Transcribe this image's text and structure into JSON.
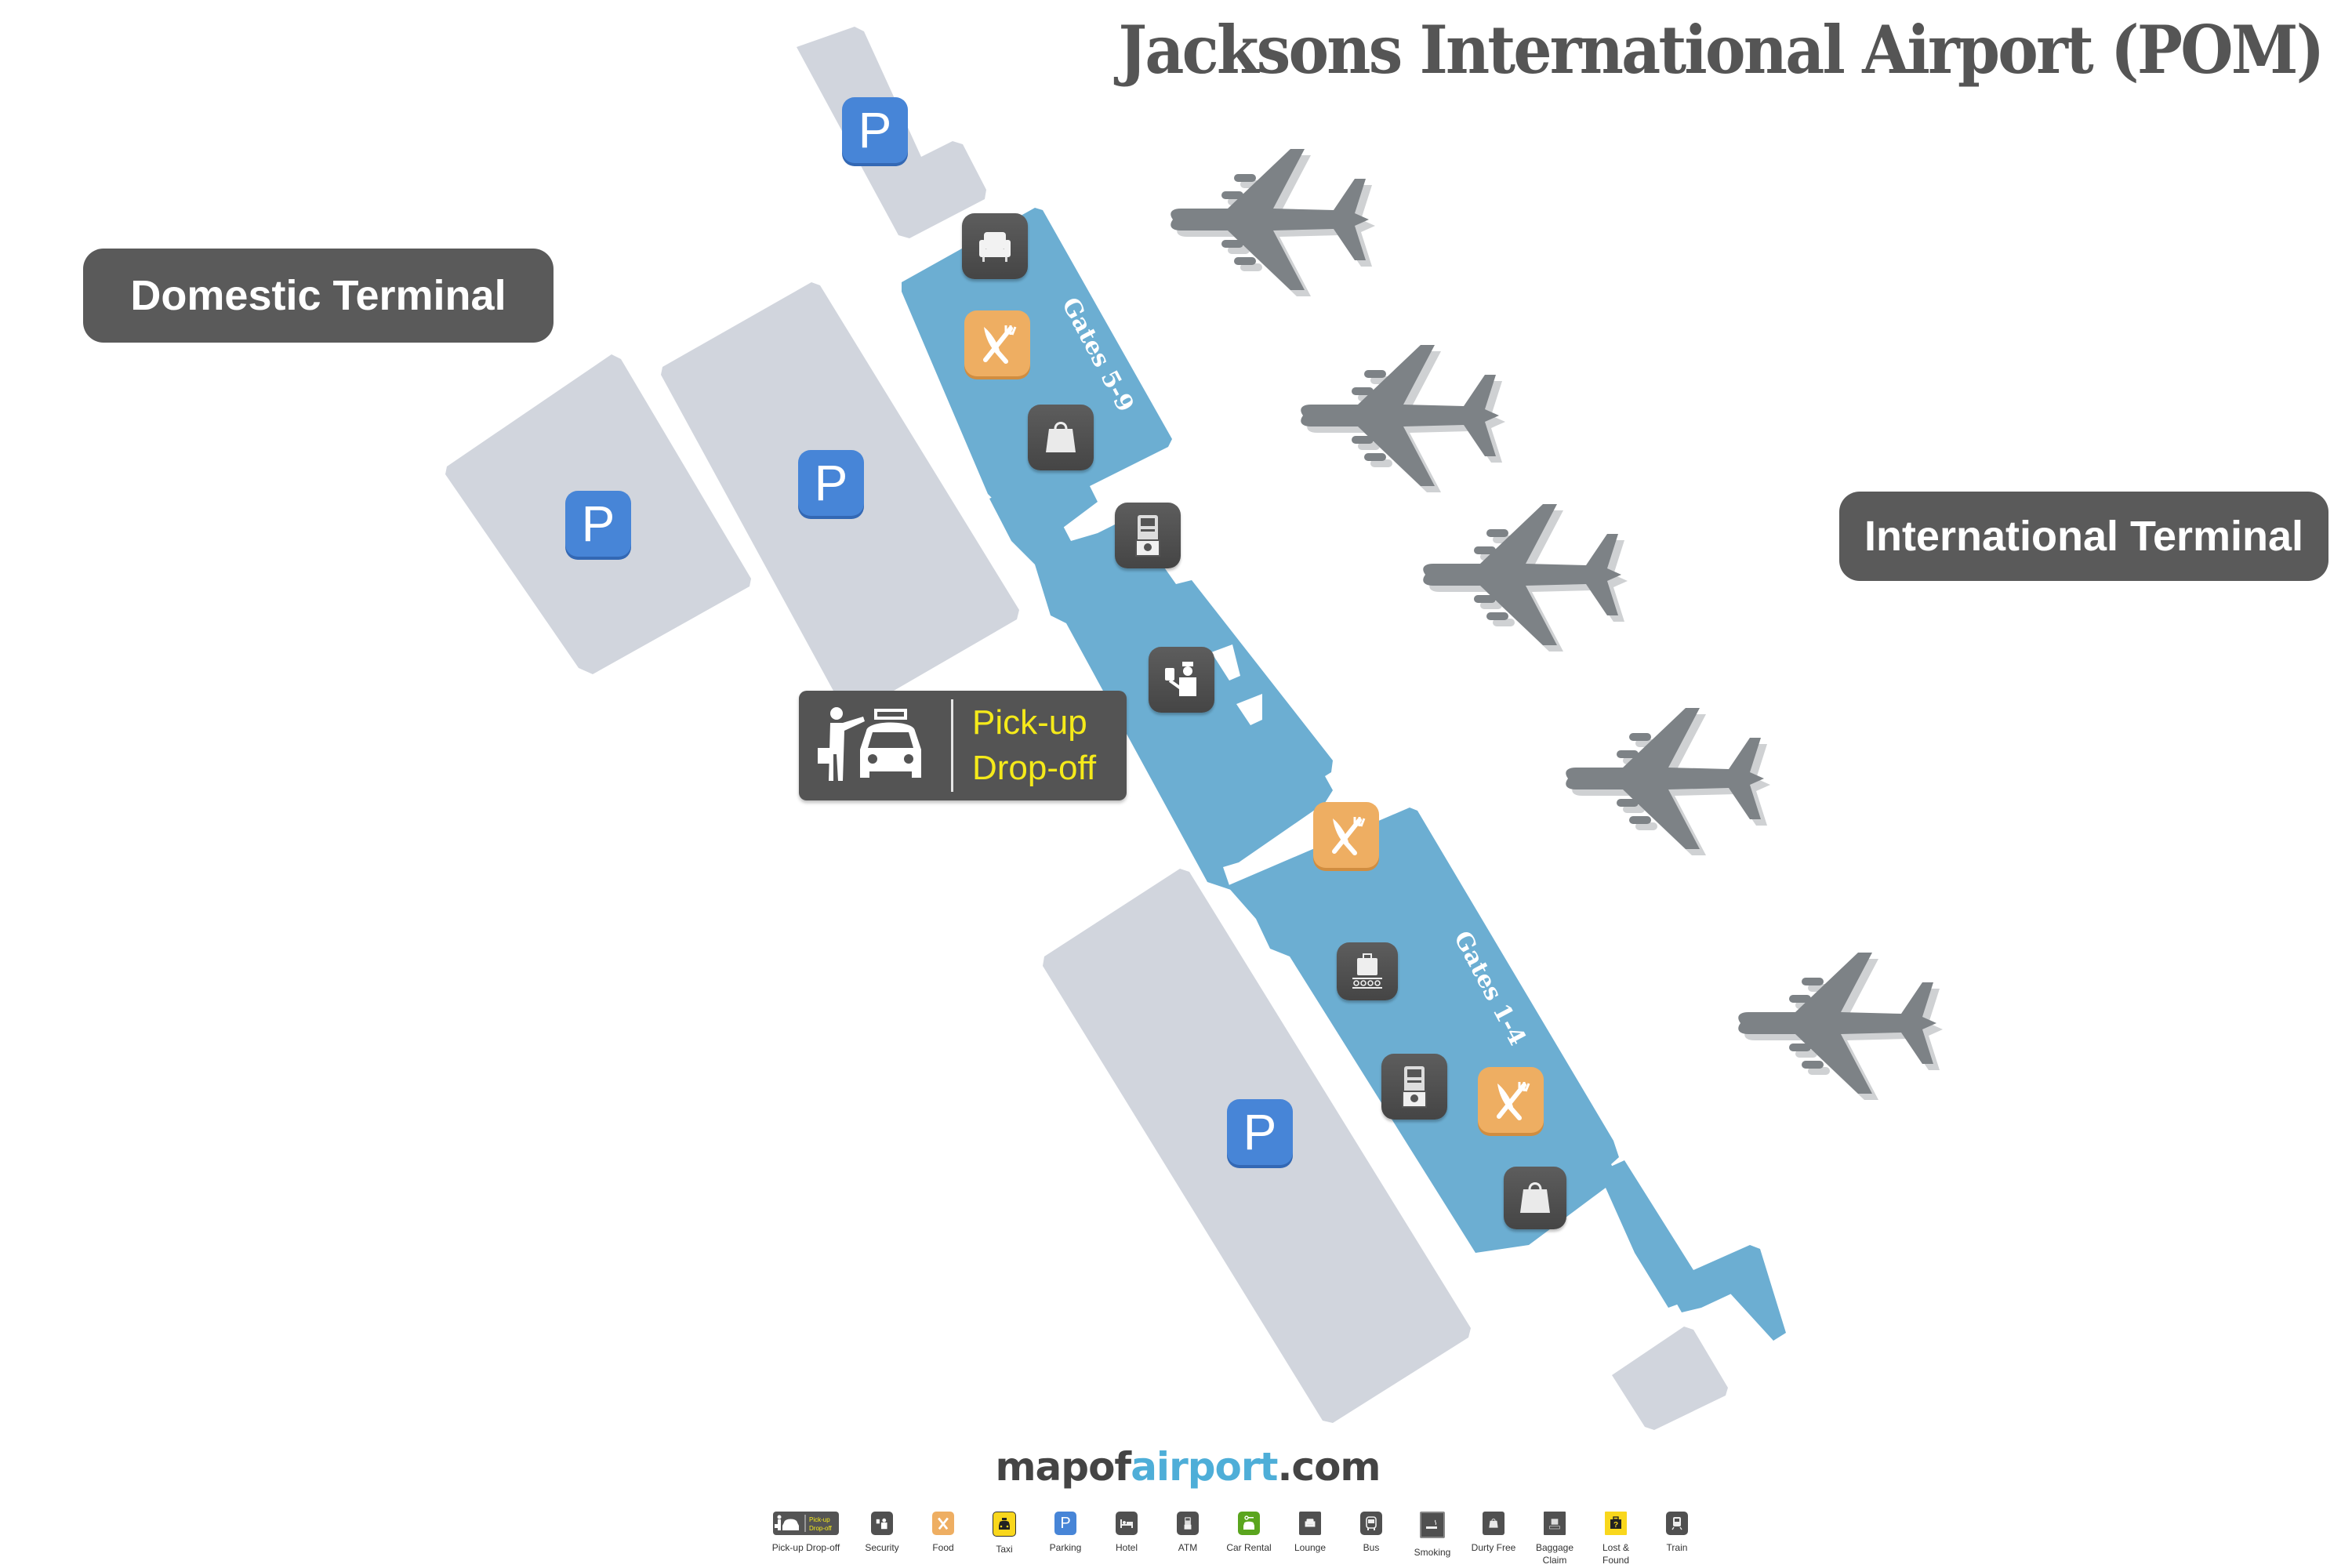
{
  "title": "Jacksons International Airport (POM)",
  "terminals": {
    "domestic": "Domestic Terminal",
    "international": "International Terminal"
  },
  "gates": {
    "north": "Gates 5-9",
    "south": "Gates 1-4"
  },
  "pickup": {
    "line1": "Pick-up",
    "line2": "Drop-off"
  },
  "brand": {
    "prefix": "mapof",
    "accent": "airport",
    "suffix": ".com"
  },
  "parking_symbol": "P",
  "colors": {
    "terminal": "#6caed2",
    "parking_lot": "#d1d5dd",
    "parking_icon": "#4785d7",
    "food_icon": "#eeae62",
    "dark_icon": "#505050",
    "label_bg": "#5a5a5a",
    "pickup_text": "#f5ea1a",
    "plane": "#7d8286",
    "plane_shadow": "#cfd1d3",
    "brand_accent": "#4eaed8",
    "title": "#555555"
  },
  "map_icons": [
    {
      "type": "parking",
      "icon": "parking-icon"
    },
    {
      "type": "parking",
      "icon": "parking-icon"
    },
    {
      "type": "parking",
      "icon": "parking-icon"
    },
    {
      "type": "parking",
      "icon": "parking-icon"
    },
    {
      "type": "lounge",
      "icon": "lounge-icon"
    },
    {
      "type": "food",
      "icon": "food-icon"
    },
    {
      "type": "duty-free",
      "icon": "shopping-bag-icon"
    },
    {
      "type": "atm",
      "icon": "atm-icon"
    },
    {
      "type": "security",
      "icon": "security-icon"
    },
    {
      "type": "food",
      "icon": "food-icon"
    },
    {
      "type": "baggage-claim",
      "icon": "baggage-claim-icon"
    },
    {
      "type": "atm",
      "icon": "atm-icon"
    },
    {
      "type": "food",
      "icon": "food-icon"
    },
    {
      "type": "duty-free",
      "icon": "shopping-bag-icon"
    }
  ],
  "legend": [
    {
      "label": "Pick-up Drop-off",
      "icon": "pickup-dropoff-icon",
      "mini": [
        "Pick-up",
        "Drop-off"
      ]
    },
    {
      "label": "Security",
      "icon": "security-icon"
    },
    {
      "label": "Food",
      "icon": "food-icon"
    },
    {
      "label": "Taxi",
      "icon": "taxi-icon"
    },
    {
      "label": "Parking",
      "icon": "parking-icon"
    },
    {
      "label": "Hotel",
      "icon": "hotel-icon"
    },
    {
      "label": "ATM",
      "icon": "atm-icon"
    },
    {
      "label": "Car Rental",
      "icon": "car-rental-icon"
    },
    {
      "label": "Lounge",
      "icon": "lounge-icon"
    },
    {
      "label": "Bus",
      "icon": "bus-icon"
    },
    {
      "label": "Smoking",
      "icon": "smoking-icon"
    },
    {
      "label": "Durty Free",
      "icon": "duty-free-icon"
    },
    {
      "label": "Baggage Claim",
      "icon": "baggage-claim-icon"
    },
    {
      "label": "Lost & Found",
      "icon": "lost-found-icon"
    },
    {
      "label": "Train",
      "icon": "train-icon"
    }
  ]
}
